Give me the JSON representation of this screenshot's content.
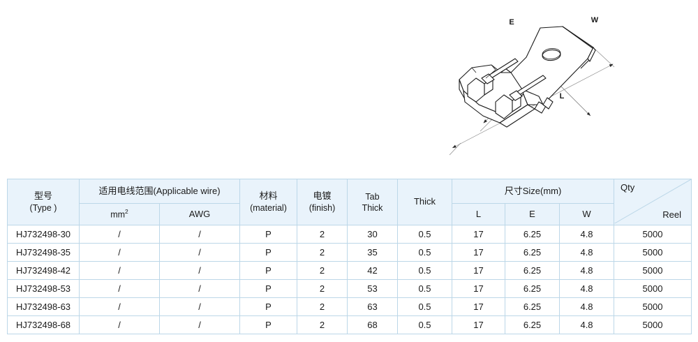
{
  "drawing": {
    "name": "tab-terminal-isometric-drawing",
    "dimension_labels": {
      "e": "E",
      "w": "W",
      "l": "L"
    }
  },
  "table": {
    "header": {
      "type_cn": "型号",
      "type_en": "(Type )",
      "applicable_wire": "适用电线范围(Applicable wire)",
      "mm2_base": "mm",
      "mm2_sup": "2",
      "awg": "AWG",
      "material_cn": "材料",
      "material_en": "(material)",
      "finish_cn": "电镀",
      "finish_en": "(finish)",
      "tab_line1": "Tab",
      "tab_line2": "Thick",
      "thick": "Thick",
      "size_group": "尺寸Size(mm)",
      "size_l": "L",
      "size_e": "E",
      "size_w": "W",
      "qty": "Qty",
      "reel": "Reel"
    },
    "rows": [
      {
        "type": "HJ732498-30",
        "mm2": "/",
        "awg": "/",
        "material": "P",
        "finish": "2",
        "tab_thick": "30",
        "thick": "0.5",
        "l": "17",
        "e": "6.25",
        "w": "4.8",
        "reel": "5000"
      },
      {
        "type": "HJ732498-35",
        "mm2": "/",
        "awg": "/",
        "material": "P",
        "finish": "2",
        "tab_thick": "35",
        "thick": "0.5",
        "l": "17",
        "e": "6.25",
        "w": "4.8",
        "reel": "5000"
      },
      {
        "type": "HJ732498-42",
        "mm2": "/",
        "awg": "/",
        "material": "P",
        "finish": "2",
        "tab_thick": "42",
        "thick": "0.5",
        "l": "17",
        "e": "6.25",
        "w": "4.8",
        "reel": "5000"
      },
      {
        "type": "HJ732498-53",
        "mm2": "/",
        "awg": "/",
        "material": "P",
        "finish": "2",
        "tab_thick": "53",
        "thick": "0.5",
        "l": "17",
        "e": "6.25",
        "w": "4.8",
        "reel": "5000"
      },
      {
        "type": "HJ732498-63",
        "mm2": "/",
        "awg": "/",
        "material": "P",
        "finish": "2",
        "tab_thick": "63",
        "thick": "0.5",
        "l": "17",
        "e": "6.25",
        "w": "4.8",
        "reel": "5000"
      },
      {
        "type": "HJ732498-68",
        "mm2": "/",
        "awg": "/",
        "material": "P",
        "finish": "2",
        "tab_thick": "68",
        "thick": "0.5",
        "l": "17",
        "e": "6.25",
        "w": "4.8",
        "reel": "5000"
      }
    ]
  },
  "colors": {
    "header_bg": "#e9f3fb",
    "border": "#bcd7e8",
    "text": "#1a1a1a",
    "drawing_line": "#1a1a1a",
    "dimension_line": "#8a8a8a"
  }
}
